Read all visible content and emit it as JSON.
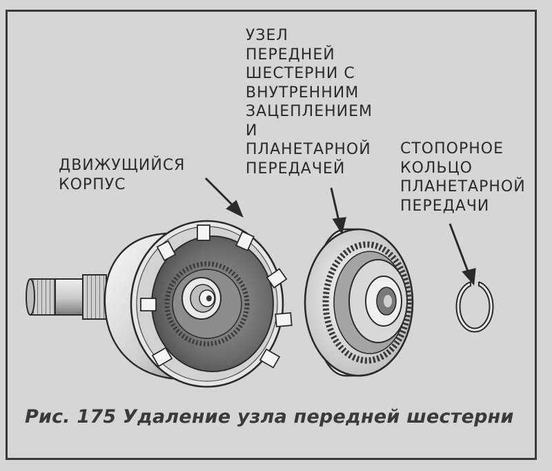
{
  "labels": {
    "sliding_housing": "ДВИЖУЩИЙСЯ\nКОРПУС",
    "front_gear_assembly": "УЗЕЛ\nПЕРЕДНЕЙ\nШЕСТЕРНИ С\nВНУТРЕННИМ\nЗАЦЕПЛЕНИЕМ\nИ\nПЛАНЕТАРНОЙ\nПЕРЕДАЧЕЙ",
    "snap_ring": "СТОПОРНОЕ\nКОЛЬЦО\nПЛАНЕТАРНОЙ\nПЕРЕДАЧИ"
  },
  "caption": "Рис. 175 Удаление узла передней шестерни",
  "colors": {
    "background": "#d6d6d6",
    "ink": "#2a2a2a",
    "metal_light": "#f2f2f2",
    "metal_mid": "#b8b8b8",
    "metal_dark": "#6e6e6e"
  }
}
